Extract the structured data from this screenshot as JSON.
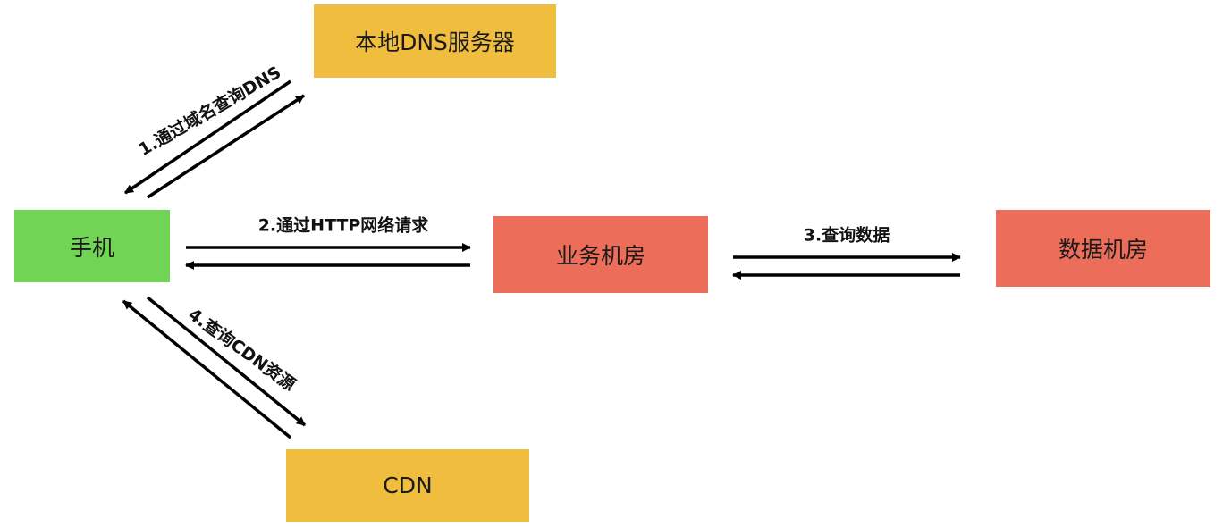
{
  "nodes": {
    "dns": "本地DNS服务器",
    "phone": "手机",
    "business": "业务机房",
    "data": "数据机房",
    "cdn": "CDN"
  },
  "edges": {
    "dns_query": "1.通过域名查询DNS",
    "http_request": "2.通过HTTP网络请求",
    "data_query": "3.查询数据",
    "cdn_query": "4.查询CDN资源"
  },
  "colors": {
    "client": "#72d455",
    "server": "#ec6d59",
    "service": "#f0bd3f",
    "arrow": "#000000"
  }
}
